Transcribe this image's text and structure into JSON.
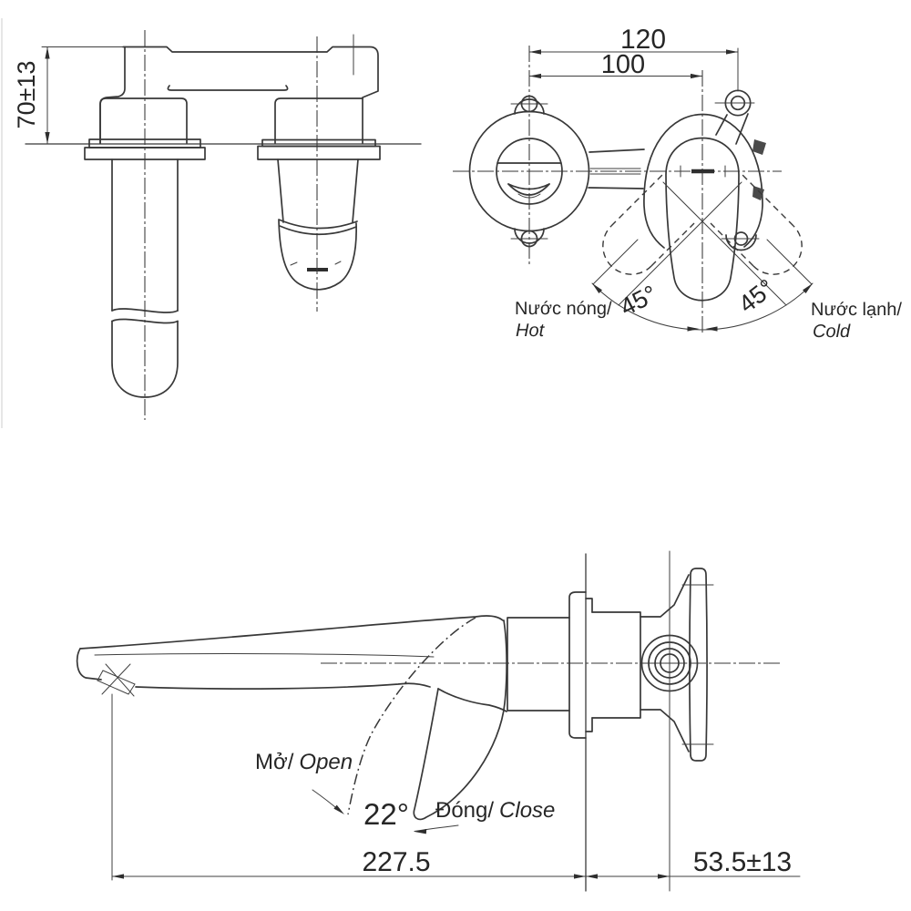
{
  "drawing": {
    "background": "#ffffff",
    "line_color": "#383838",
    "text_color": "#262626"
  },
  "side_view": {
    "dim_height": "70±13"
  },
  "front_view": {
    "dim_overall_width": "120",
    "dim_center_width": "100",
    "hot_angle": "45°",
    "cold_angle": "45°",
    "hot_label_vi": "Nước nóng/",
    "hot_label_en": "Hot",
    "cold_label_vi": "Nước lạnh/",
    "cold_label_en": "Cold"
  },
  "install_view": {
    "open_label_vi": "Mở/",
    "open_label_en": "Open",
    "open_angle": "22°",
    "close_label_vi": "Đóng/",
    "close_label_en": "Close",
    "dim_spout_reach": "227.5",
    "dim_wall_depth": "53.5±13"
  }
}
